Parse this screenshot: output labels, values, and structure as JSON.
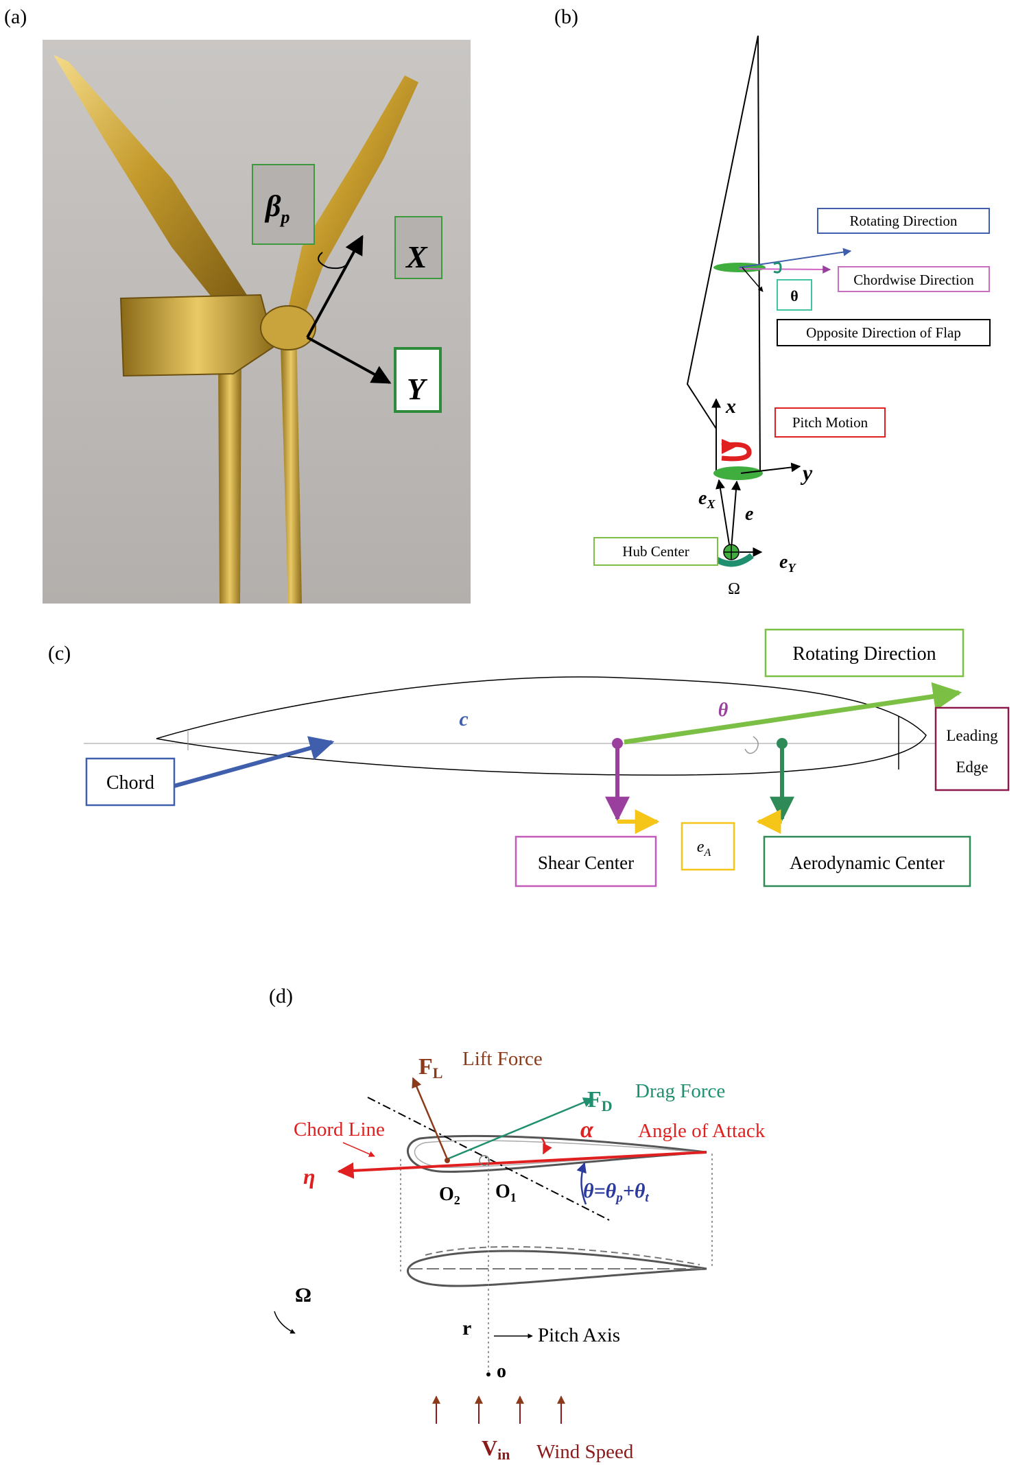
{
  "panels": {
    "a": {
      "label": "(a)",
      "beta": "β",
      "beta_sub": "p",
      "x": "X",
      "y": "Y"
    },
    "b": {
      "label": "(b)",
      "rotating_direction": "Rotating Direction",
      "chordwise_direction": "Chordwise Direction",
      "theta": "θ",
      "opposite_flap": "Opposite Direction of Flap",
      "x_axis": "x",
      "y_axis": "y",
      "pitch_motion": "Pitch Motion",
      "ex": "e",
      "ex_sub": "X",
      "e": "e",
      "hub_center": "Hub Center",
      "ey": "e",
      "ey_sub": "Y",
      "omega": "Ω"
    },
    "c": {
      "label": "(c)",
      "rotating_direction": "Rotating Direction",
      "c_symbol": "c",
      "theta": "θ",
      "leading_edge_1": "Leading",
      "leading_edge_2": "Edge",
      "chord": "Chord",
      "ea": "e",
      "ea_sub": "A",
      "shear_center": "Shear Center",
      "aerodynamic_center": "Aerodynamic Center"
    },
    "d": {
      "label": "(d)",
      "fl": "F",
      "fl_sub": "L",
      "lift_force": "Lift Force",
      "fd": "F",
      "fd_sub": "D",
      "drag_force": "Drag Force",
      "chord_line": "Chord Line",
      "alpha": "α",
      "angle_of_attack": "Angle of Attack",
      "eta": "η",
      "o2": "O",
      "o2_sub": "2",
      "o1": "O",
      "o1_sub": "1",
      "theta_eq": "θ=θ",
      "theta_p": "p",
      "theta_plus": "+θ",
      "theta_t": "t",
      "omega": "Ω",
      "r": "r",
      "pitch_axis": "Pitch Axis",
      "o": "o",
      "v": "V",
      "v_sub": "in",
      "wind_speed": "Wind Speed"
    }
  },
  "colors": {
    "blue": "#3f5fad",
    "purple": "#9b3f9e",
    "green_c": "#7cbf45",
    "dark_green": "#2e8b57",
    "yellow": "#f5c518",
    "maroon": "#8b1a4a",
    "red": "#e02020",
    "brown": "#8b3a1a",
    "teal": "#1f8f6f",
    "navy": "#2b3a9b"
  }
}
